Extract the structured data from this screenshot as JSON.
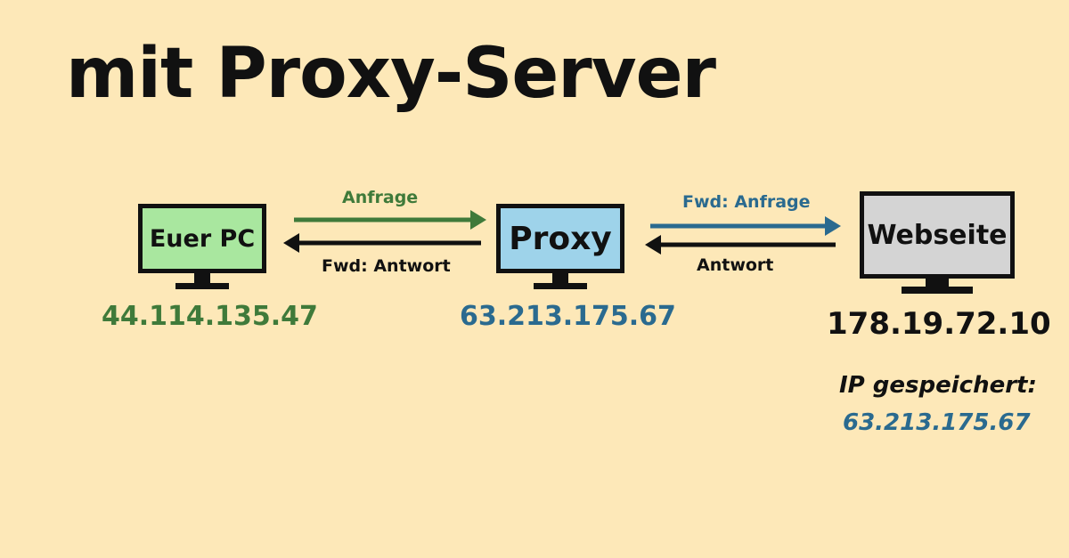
{
  "title": "mit Proxy-Server",
  "nodes": {
    "pc": {
      "label": "Euer PC",
      "ip": "44.114.135.47"
    },
    "proxy": {
      "label": "Proxy",
      "ip": "63.213.175.67"
    },
    "website": {
      "label": "Webseite",
      "ip": "178.19.72.10"
    }
  },
  "arrows": {
    "pc_to_proxy": "Anfrage",
    "proxy_to_pc": "Fwd: Antwort",
    "proxy_to_website": "Fwd: Anfrage",
    "website_to_proxy": "Antwort"
  },
  "saved_ip": {
    "label": "IP gespeichert:",
    "value": "63.213.175.67"
  },
  "colors": {
    "background": "#fde8b8",
    "green": "#3f7a3a",
    "blue": "#2a6a8f",
    "black": "#111111"
  }
}
